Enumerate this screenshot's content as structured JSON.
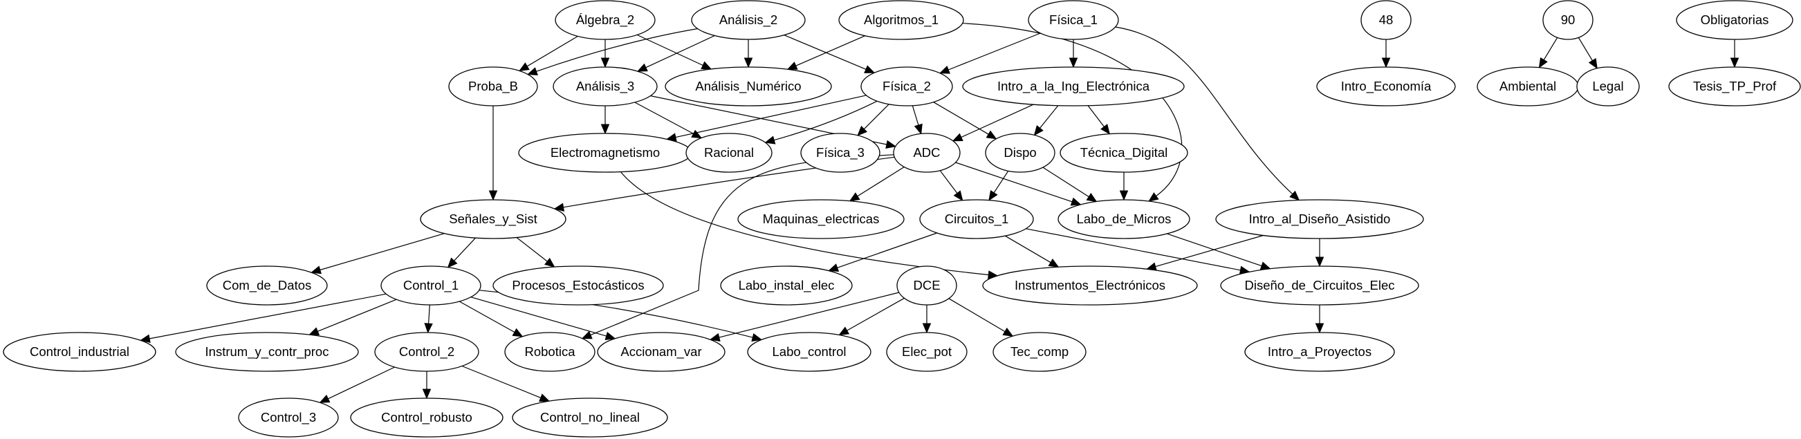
{
  "nodes": [
    {
      "id": "algebra2",
      "label": "Álgebra_2"
    },
    {
      "id": "analisis2",
      "label": "Análisis_2"
    },
    {
      "id": "algoritmos1",
      "label": "Algoritmos_1"
    },
    {
      "id": "fisica1",
      "label": "Física_1"
    },
    {
      "id": "n48",
      "label": "48"
    },
    {
      "id": "n90",
      "label": "90"
    },
    {
      "id": "obligatorias",
      "label": "Obligatorias"
    },
    {
      "id": "probaB",
      "label": "Proba_B"
    },
    {
      "id": "analisis3",
      "label": "Análisis_3"
    },
    {
      "id": "analisisNumerico",
      "label": "Análisis_Numérico"
    },
    {
      "id": "fisica2",
      "label": "Física_2"
    },
    {
      "id": "introIngElec",
      "label": "Intro_a_la_Ing_Electrónica"
    },
    {
      "id": "introEconomia",
      "label": "Intro_Economía"
    },
    {
      "id": "ambiental",
      "label": "Ambiental"
    },
    {
      "id": "legal",
      "label": "Legal"
    },
    {
      "id": "tesis",
      "label": "Tesis_TP_Prof"
    },
    {
      "id": "electromagnetismo",
      "label": "Electromagnetismo"
    },
    {
      "id": "racional",
      "label": "Racional"
    },
    {
      "id": "fisica3",
      "label": "Física_3"
    },
    {
      "id": "adc",
      "label": "ADC"
    },
    {
      "id": "dispo",
      "label": "Dispo"
    },
    {
      "id": "tecnicaDigital",
      "label": "Técnica_Digital"
    },
    {
      "id": "senales",
      "label": "Señales_y_Sist"
    },
    {
      "id": "maquinas",
      "label": "Maquinas_electricas"
    },
    {
      "id": "circuitos1",
      "label": "Circuitos_1"
    },
    {
      "id": "laboMicros",
      "label": "Labo_de_Micros"
    },
    {
      "id": "introDiseno",
      "label": "Intro_al_Diseño_Asistido"
    },
    {
      "id": "comDatos",
      "label": "Com_de_Datos"
    },
    {
      "id": "control1",
      "label": "Control_1"
    },
    {
      "id": "procesosEst",
      "label": "Procesos_Estocásticos"
    },
    {
      "id": "laboInstal",
      "label": "Labo_instal_elec"
    },
    {
      "id": "dce",
      "label": "DCE"
    },
    {
      "id": "instrumentos",
      "label": "Instrumentos_Electrónicos"
    },
    {
      "id": "disenoCircuitos",
      "label": "Diseño_de_Circuitos_Elec"
    },
    {
      "id": "controlIndustrial",
      "label": "Control_industrial"
    },
    {
      "id": "instrumControl",
      "label": "Instrum_y_contr_proc"
    },
    {
      "id": "control2",
      "label": "Control_2"
    },
    {
      "id": "robotica",
      "label": "Robotica"
    },
    {
      "id": "accionam",
      "label": "Accionam_var"
    },
    {
      "id": "laboControl",
      "label": "Labo_control"
    },
    {
      "id": "elecPot",
      "label": "Elec_pot"
    },
    {
      "id": "tecComp",
      "label": "Tec_comp"
    },
    {
      "id": "introProyectos",
      "label": "Intro_a_Proyectos"
    },
    {
      "id": "control3",
      "label": "Control_3"
    },
    {
      "id": "controlRobusto",
      "label": "Control_robusto"
    },
    {
      "id": "controlNoLineal",
      "label": "Control_no_lineal"
    }
  ],
  "edges": [
    [
      "algebra2",
      "probaB"
    ],
    [
      "algebra2",
      "analisis3"
    ],
    [
      "algebra2",
      "analisisNumerico"
    ],
    [
      "analisis2",
      "probaB"
    ],
    [
      "analisis2",
      "analisis3"
    ],
    [
      "analisis2",
      "analisisNumerico"
    ],
    [
      "analisis2",
      "fisica2"
    ],
    [
      "algoritmos1",
      "analisisNumerico"
    ],
    [
      "algoritmos1",
      "laboMicros"
    ],
    [
      "fisica1",
      "fisica2"
    ],
    [
      "fisica1",
      "introIngElec"
    ],
    [
      "fisica1",
      "introDiseno"
    ],
    [
      "n48",
      "introEconomia"
    ],
    [
      "n90",
      "ambiental"
    ],
    [
      "n90",
      "legal"
    ],
    [
      "obligatorias",
      "tesis"
    ],
    [
      "probaB",
      "senales"
    ],
    [
      "analisis3",
      "electromagnetismo"
    ],
    [
      "analisis3",
      "racional"
    ],
    [
      "analisis3",
      "adc"
    ],
    [
      "fisica2",
      "electromagnetismo"
    ],
    [
      "fisica2",
      "racional"
    ],
    [
      "fisica2",
      "fisica3"
    ],
    [
      "fisica2",
      "adc"
    ],
    [
      "fisica2",
      "dispo"
    ],
    [
      "introIngElec",
      "adc"
    ],
    [
      "introIngElec",
      "dispo"
    ],
    [
      "introIngElec",
      "tecnicaDigital"
    ],
    [
      "electromagnetismo",
      "instrumentos"
    ],
    [
      "adc",
      "senales"
    ],
    [
      "adc",
      "maquinas"
    ],
    [
      "adc",
      "circuitos1"
    ],
    [
      "adc",
      "laboMicros"
    ],
    [
      "adc",
      "robotica"
    ],
    [
      "dispo",
      "circuitos1"
    ],
    [
      "dispo",
      "laboMicros"
    ],
    [
      "tecnicaDigital",
      "laboMicros"
    ],
    [
      "senales",
      "comDatos"
    ],
    [
      "senales",
      "control1"
    ],
    [
      "senales",
      "procesosEst"
    ],
    [
      "circuitos1",
      "laboInstal"
    ],
    [
      "circuitos1",
      "instrumentos"
    ],
    [
      "circuitos1",
      "disenoCircuitos"
    ],
    [
      "laboMicros",
      "disenoCircuitos"
    ],
    [
      "introDiseno",
      "instrumentos"
    ],
    [
      "introDiseno",
      "disenoCircuitos"
    ],
    [
      "control1",
      "controlIndustrial"
    ],
    [
      "control1",
      "instrumControl"
    ],
    [
      "control1",
      "control2"
    ],
    [
      "control1",
      "robotica"
    ],
    [
      "control1",
      "accionam"
    ],
    [
      "control1",
      "laboControl"
    ],
    [
      "dce",
      "accionam"
    ],
    [
      "dce",
      "laboControl"
    ],
    [
      "dce",
      "elecPot"
    ],
    [
      "dce",
      "tecComp"
    ],
    [
      "disenoCircuitos",
      "introProyectos"
    ],
    [
      "control2",
      "control3"
    ],
    [
      "control2",
      "controlRobusto"
    ],
    [
      "control2",
      "controlNoLineal"
    ]
  ]
}
